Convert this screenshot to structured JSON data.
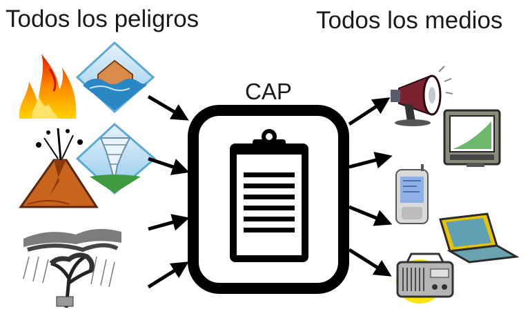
{
  "diagram": {
    "left_heading": "Todos los peligros",
    "right_heading": "Todos los medios",
    "center_label": "CAP"
  },
  "hazards": [
    "fire-icon",
    "flood-icon",
    "volcano-icon",
    "tornado-icon",
    "storm-icon"
  ],
  "media": [
    "megaphone-icon",
    "television-icon",
    "mobile-phone-icon",
    "laptop-icon",
    "radio-icon"
  ],
  "colors": {
    "frame": "#000000",
    "fire": "#ff8a00",
    "flood": "#4aa3d8",
    "volcano": "#c9641e",
    "laptop": "#e8c400",
    "radio": "#ffe600"
  }
}
